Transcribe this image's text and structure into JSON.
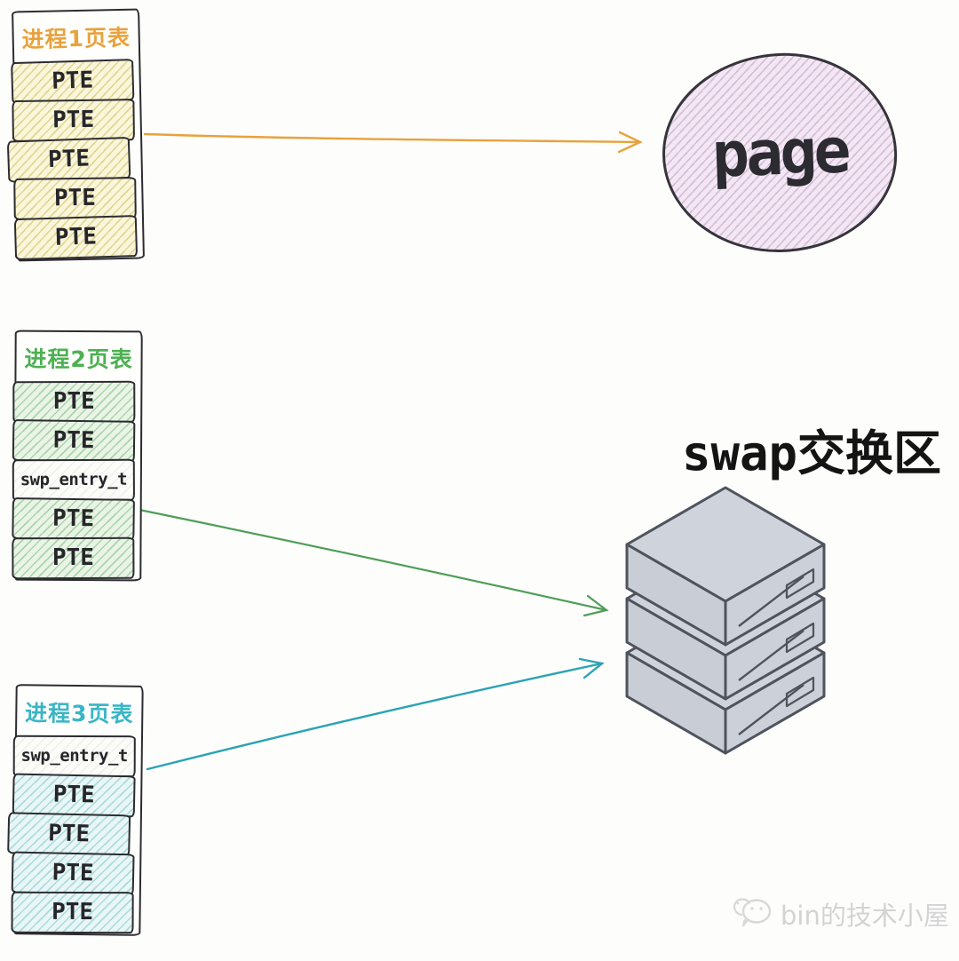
{
  "tables": [
    {
      "title": "进程1页表",
      "title_color": "#e8a23c",
      "rows": [
        "PTE",
        "PTE",
        "PTE",
        "PTE",
        "PTE"
      ]
    },
    {
      "title": "进程2页表",
      "title_color": "#4db052",
      "rows": [
        "PTE",
        "PTE",
        "swp_entry_t",
        "PTE",
        "PTE"
      ]
    },
    {
      "title": "进程3页表",
      "title_color": "#3ab5c6",
      "rows": [
        "swp_entry_t",
        "PTE",
        "PTE",
        "PTE",
        "PTE"
      ]
    }
  ],
  "page_node": {
    "label": "page",
    "fill": "#f2e7f3",
    "border_color": "#35353b"
  },
  "swap_area": {
    "title": "swap交换区",
    "box_count": 3,
    "box_fill_top": "#ced3dc",
    "box_fill_left": "#c8cdd6",
    "box_fill_right": "#cbd0d9",
    "box_border": "#4e535c"
  },
  "arrows": [
    {
      "name": "process1-pte-to-page",
      "color": "#e8a23c"
    },
    {
      "name": "process2-swp-entry-to-swap",
      "color": "#4f9e58"
    },
    {
      "name": "process3-swp-entry-to-swap",
      "color": "#2ba3b4"
    }
  ],
  "watermark": {
    "text": "bin的技术小屋",
    "color": "#d3d3d3"
  }
}
